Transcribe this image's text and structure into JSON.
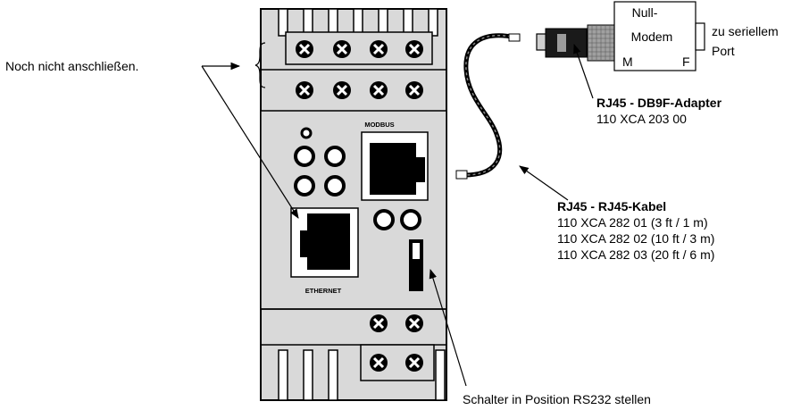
{
  "callouts": {
    "not_connect": "Noch nicht anschließen.",
    "switch": "Schalter in Position RS232 stellen"
  },
  "device": {
    "modbus_label": "MODBUS",
    "ethernet_label": "ETHERNET"
  },
  "adapter": {
    "box_line1": "Null-",
    "box_line2": "Modem",
    "pin_m": "M",
    "pin_f": "F",
    "port_line1": "zu seriellem",
    "port_line2": "Port",
    "title": "RJ45 - DB9F-Adapter",
    "part": "110 XCA 203 00"
  },
  "cable": {
    "title": "RJ45 - RJ45-Kabel",
    "parts": [
      "110 XCA 282 01 (3 ft / 1 m)",
      "110 XCA 282 02 (10 ft / 3 m)",
      "110 XCA 282 03 (20 ft / 6 m)"
    ]
  }
}
